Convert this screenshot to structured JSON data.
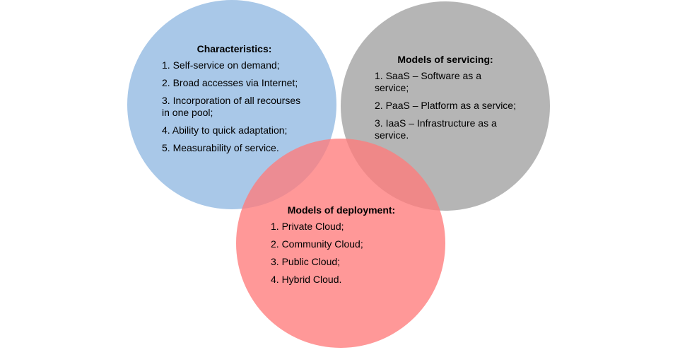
{
  "colors": {
    "characteristics_fill": "#a9c8e8",
    "servicing_fill": "#b3b3b3",
    "deployment_fill": "#ff7b7b",
    "characteristics_stroke": "#ffffff",
    "servicing_stroke": "#ffffff",
    "deployment_stroke": "#ffffff"
  },
  "characteristics": {
    "heading": "Characteristics:",
    "items": [
      "1. Self-service on demand;",
      "2. Broad accesses via Internet;",
      "3. Incorporation of all recourses in one pool;",
      "4. Ability to quick adaptation;",
      "5. Measurability of service."
    ]
  },
  "servicing": {
    "heading": "Models of servicing:",
    "items": [
      "1. SaaS – Software as a service;",
      "2. PaaS – Platform as a service;",
      "3. IaaS – Infrastructure as a service."
    ]
  },
  "deployment": {
    "heading": "Models of deployment:",
    "items": [
      "1. Private Cloud;",
      "2. Community Cloud;",
      "3. Public Cloud;",
      "4. Hybrid Cloud."
    ]
  }
}
